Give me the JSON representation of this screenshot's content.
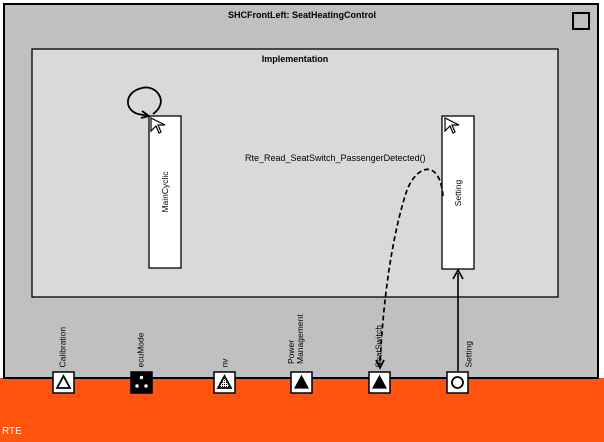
{
  "component": {
    "title": "SHCFrontLeft:  SeatHeatingControl",
    "implementation_title": "Implementation"
  },
  "runnables": [
    {
      "id": "main",
      "label": "MainCyclic"
    },
    {
      "id": "setting",
      "label": "Setting"
    }
  ],
  "api_call": "Rte_Read_SeatSwitch_PassengerDetected()",
  "ports": [
    {
      "label_lines": [
        "Calibration"
      ],
      "symbol": "triangle-outline"
    },
    {
      "label_lines": [
        "ecuMode"
      ],
      "symbol": "dots-filled-box"
    },
    {
      "label_lines": [
        "nv"
      ],
      "symbol": "triangle-hatched"
    },
    {
      "label_lines": [
        "Power",
        "Management"
      ],
      "symbol": "triangle-filled"
    },
    {
      "label_lines": [
        "SeatSwitch"
      ],
      "symbol": "triangle-filled"
    },
    {
      "label_lines": [
        "Setting"
      ],
      "symbol": "circle-outline"
    }
  ],
  "rte": {
    "label": "RTE"
  },
  "colors": {
    "outer_fill": "#c0c0c0",
    "inner_fill": "#d9d9d9",
    "rte_fill": "#ff5410",
    "border": "#000000"
  }
}
